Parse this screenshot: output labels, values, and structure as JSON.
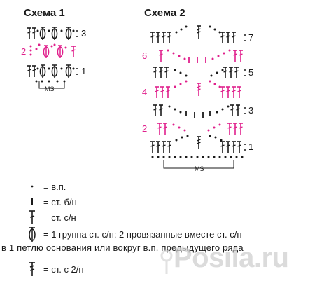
{
  "schemes": [
    {
      "title": "Схема 1",
      "row_labels": [
        "3",
        "2",
        "1"
      ],
      "ms_label": "MS"
    },
    {
      "title": "Схема 2",
      "row_labels": [
        "7",
        "6",
        "5",
        "4",
        "3",
        "2",
        "1"
      ],
      "ms_label": "MS"
    }
  ],
  "colors": {
    "black": "#1a1a1a",
    "accent": "#e0208c",
    "watermark": "#cfcfcf"
  },
  "legend": [
    {
      "icon": "chain-dot-icon",
      "text": "= в.п."
    },
    {
      "icon": "single-crochet-icon",
      "text": "= ст. б/н"
    },
    {
      "icon": "double-crochet-icon",
      "text": "= ст. с/н"
    },
    {
      "icon": "cluster-icon",
      "text": "= 1 группа ст. с/н: 2 провязанные вместе ст. с/н"
    },
    {
      "icon": "cluster-icon",
      "text": "в 1 петлю основания или вокруг в.п. предыдущего ряда"
    },
    {
      "icon": "treble-crochet-icon",
      "text": "= ст. с 2/н"
    }
  ],
  "watermark": "Posila.ru"
}
